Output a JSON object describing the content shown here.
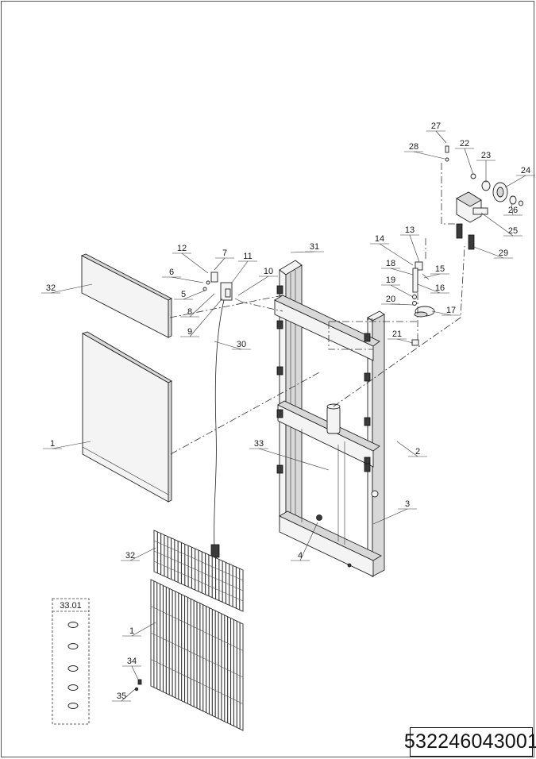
{
  "drawing": {
    "document_number": "532246043001",
    "kit_label": "33.01",
    "callouts": [
      {
        "id": "c27",
        "text": "27"
      },
      {
        "id": "c28",
        "text": "28"
      },
      {
        "id": "c22",
        "text": "22"
      },
      {
        "id": "c23",
        "text": "23"
      },
      {
        "id": "c24",
        "text": "24"
      },
      {
        "id": "c26",
        "text": "26"
      },
      {
        "id": "c25",
        "text": "25"
      },
      {
        "id": "c29",
        "text": "29"
      },
      {
        "id": "c13",
        "text": "13"
      },
      {
        "id": "c14",
        "text": "14"
      },
      {
        "id": "c15",
        "text": "15"
      },
      {
        "id": "c18",
        "text": "18"
      },
      {
        "id": "c16",
        "text": "16"
      },
      {
        "id": "c19",
        "text": "19"
      },
      {
        "id": "c20",
        "text": "20"
      },
      {
        "id": "c17",
        "text": "17"
      },
      {
        "id": "c21",
        "text": "21"
      },
      {
        "id": "c31",
        "text": "31"
      },
      {
        "id": "c12",
        "text": "12"
      },
      {
        "id": "c7",
        "text": "7"
      },
      {
        "id": "c11",
        "text": "11"
      },
      {
        "id": "c6",
        "text": "6"
      },
      {
        "id": "c10",
        "text": "10"
      },
      {
        "id": "c5",
        "text": "5"
      },
      {
        "id": "c8",
        "text": "8"
      },
      {
        "id": "c9",
        "text": "9"
      },
      {
        "id": "c30",
        "text": "30"
      },
      {
        "id": "c32a",
        "text": "32"
      },
      {
        "id": "c1a",
        "text": "1"
      },
      {
        "id": "c33",
        "text": "33"
      },
      {
        "id": "c2",
        "text": "2"
      },
      {
        "id": "c3",
        "text": "3"
      },
      {
        "id": "c4",
        "text": "4"
      },
      {
        "id": "c32b",
        "text": "32"
      },
      {
        "id": "c1b",
        "text": "1"
      },
      {
        "id": "c34",
        "text": "34"
      },
      {
        "id": "c35",
        "text": "35"
      }
    ]
  }
}
